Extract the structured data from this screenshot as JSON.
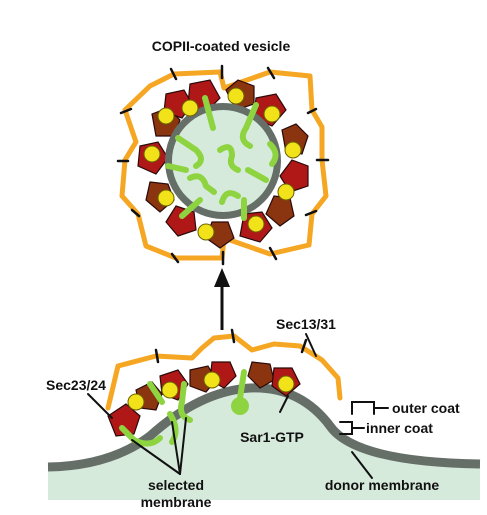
{
  "title": "COPII-coated vesicle",
  "labels": {
    "sec13_31": "Sec13/31",
    "sec23_24": "Sec23/24",
    "outer_coat": "outer coat",
    "inner_coat": "inner coat",
    "sar1_gtp": "Sar1-GTP",
    "selected_membrane_line1": "selected",
    "selected_membrane_line2": "membrane",
    "donor_membrane": "donor membrane"
  },
  "colors": {
    "outer_coat_orange": "#f5a623",
    "sec23_dark_red": "#b01818",
    "sec24_brown": "#8a3410",
    "sar1_yellow": "#f2e21a",
    "cargo_green": "#8ed440",
    "membrane_gray": "#666e68",
    "lumen_pale_green": "#d6eadc"
  }
}
